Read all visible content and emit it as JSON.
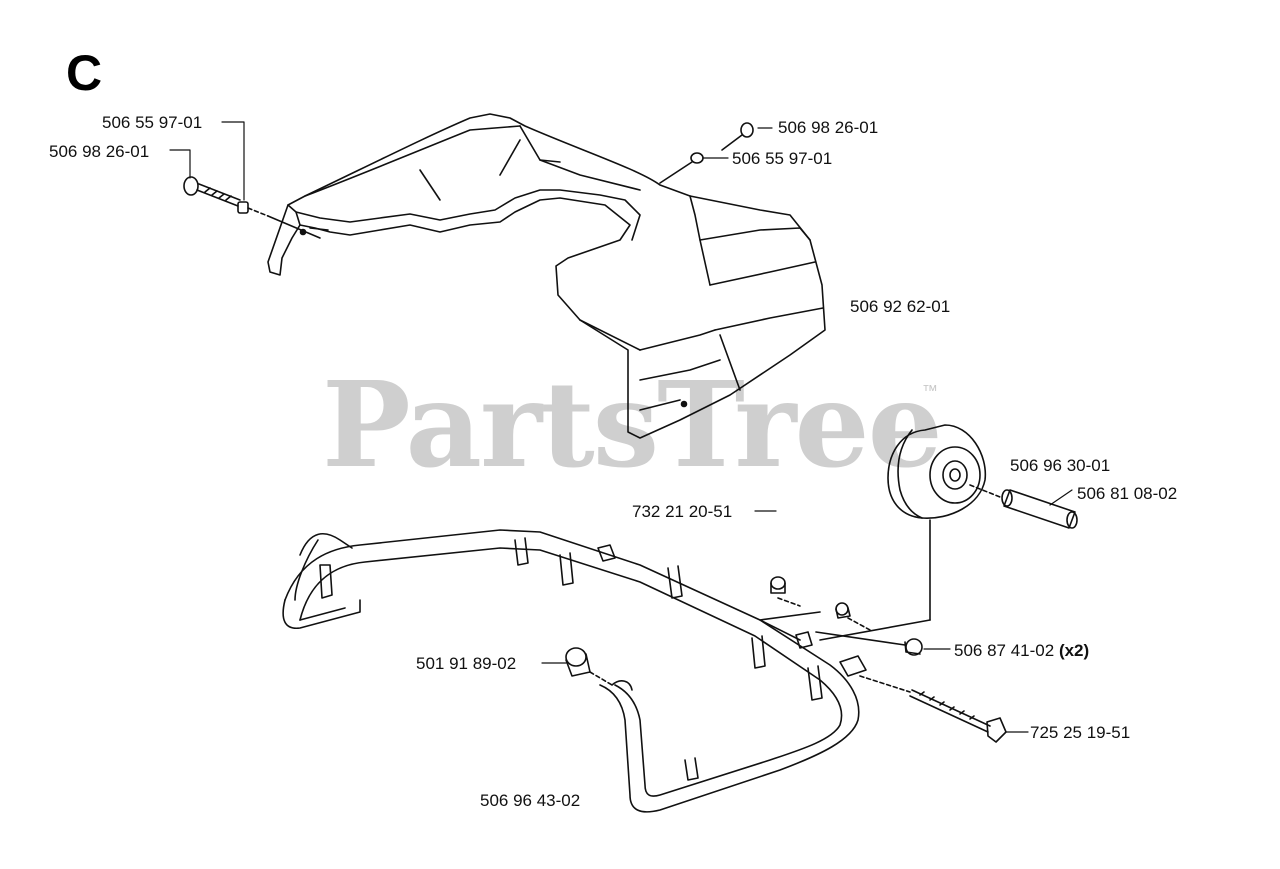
{
  "section": {
    "letter": "C"
  },
  "watermark": {
    "text": "PartsTree",
    "trademark": "™"
  },
  "labels": {
    "washer_left": "506 55 97-01",
    "screw_left": "506 98 26-01",
    "screw_right": "506 98 26-01",
    "washer_right": "506 55 97-01",
    "cover": "506 92 62-01",
    "wheel": "506 96 30-01",
    "axle": "506 81 08-02",
    "frame_assembly": "732 21 20-51",
    "spacer": "506 87 41-02",
    "spacer_qty": "(x2)",
    "bushing": "501 91 89-02",
    "bolt": "725 25 19-51",
    "guard_bar": "506 96 43-02"
  },
  "colors": {
    "line": "#111111",
    "watermark": "#cfcfcf"
  }
}
